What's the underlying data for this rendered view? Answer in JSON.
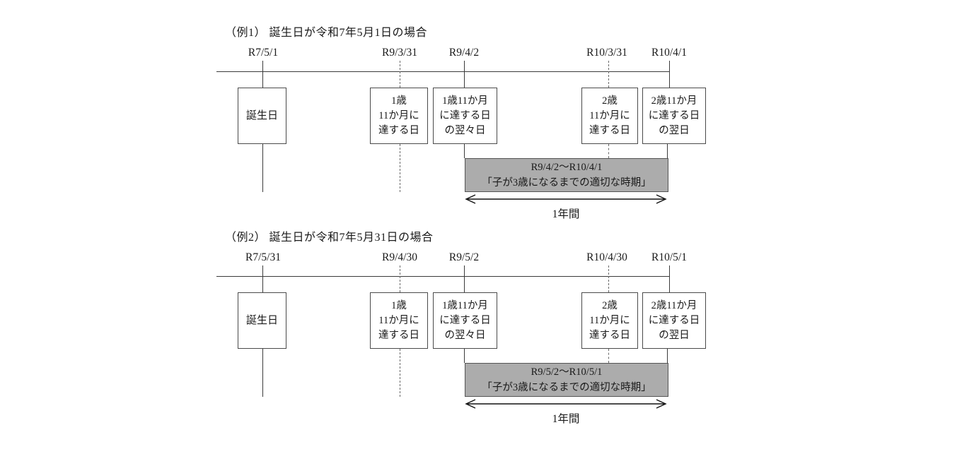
{
  "colors": {
    "background": "#ffffff",
    "line": "#3b3b3b",
    "range_fill": "#acacac",
    "range_border": "#555555",
    "text": "#1a1a1a"
  },
  "diagrams": [
    {
      "title": "（例1） 誕生日が令和7年5月1日の場合",
      "dates": [
        "R7/5/1",
        "R9/3/31",
        "R9/4/2",
        "R10/3/31",
        "R10/4/1"
      ],
      "boxes": [
        "誕生日",
        "1歳\n11か月に\n達する日",
        "1歳11か月\nに達する日\nの翌々日",
        "2歳\n11か月に\n達する日",
        "2歳11か月\nに達する日\nの翌日"
      ],
      "range": "R9/4/2～R10/4/1\n「子が3歳になるまでの適切な時期」",
      "span": "1年間"
    },
    {
      "title": "（例2） 誕生日が令和7年5月31日の場合",
      "dates": [
        "R7/5/31",
        "R9/4/30",
        "R9/5/2",
        "R10/4/30",
        "R10/5/1"
      ],
      "boxes": [
        "誕生日",
        "1歳\n11か月に\n達する日",
        "1歳11か月\nに達する日\nの翌々日",
        "2歳\n11か月に\n達する日",
        "2歳11か月\nに達する日\nの翌日"
      ],
      "range": "R9/5/2～R10/5/1\n「子が3歳になるまでの適切な時期」",
      "span": "1年間"
    }
  ]
}
